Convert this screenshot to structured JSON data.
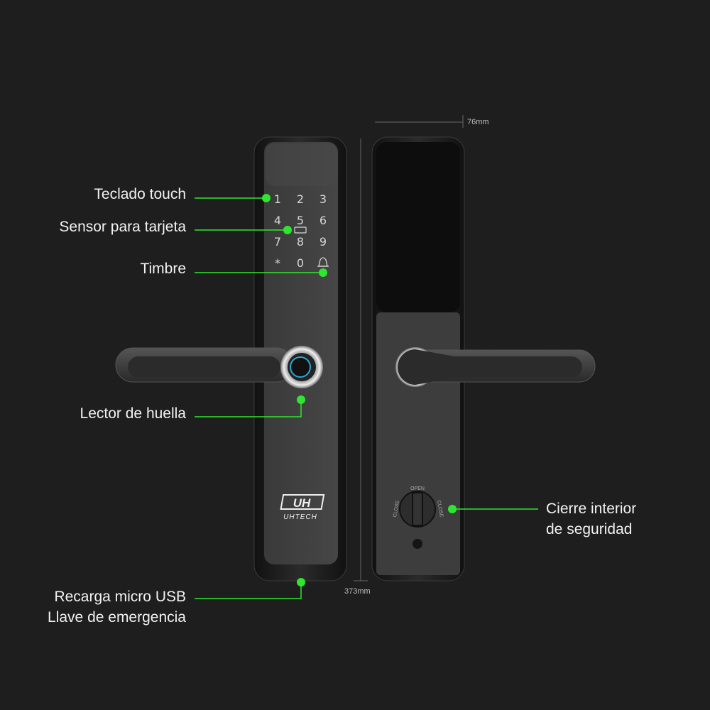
{
  "dimensions": {
    "width_label": "76mm",
    "height_label": "373mm"
  },
  "callouts": {
    "keypad": "Teclado touch",
    "card_sensor": "Sensor para tarjeta",
    "doorbell": "Timbre",
    "fingerprint": "Lector de huella",
    "usb_line1": "Recarga micro USB",
    "usb_line2": "Llave de emergencia",
    "inner_lock_line1": "Cierre interior",
    "inner_lock_line2": "de seguridad"
  },
  "keypad": {
    "keys": [
      "1",
      "2",
      "3",
      "4",
      "5",
      "6",
      "7",
      "8",
      "9",
      "*",
      "0"
    ]
  },
  "brand": {
    "logo": "UH",
    "name": "UHTECH"
  },
  "thumbturn": {
    "top": "OPEN",
    "left": "CLOSE",
    "right": "CLOSE"
  },
  "colors": {
    "accent": "#2ee62e",
    "background": "#1e1e1e",
    "body": "#2a2a2a"
  }
}
